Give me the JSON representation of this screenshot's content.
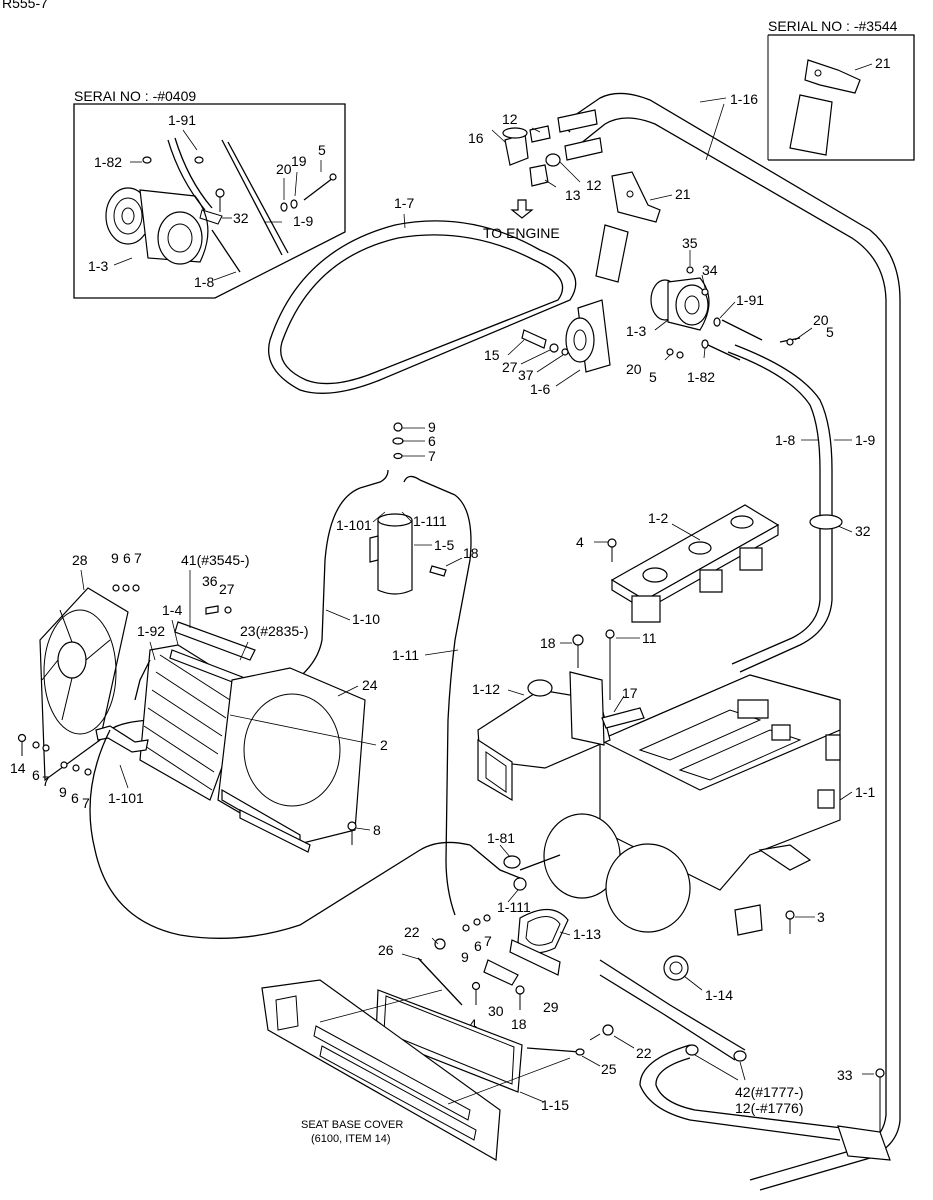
{
  "page_code": "R555-7",
  "headers": {
    "serial_top_right": "SERIAL NO : -#3544",
    "serial_inset": "SERAI NO : -#0409"
  },
  "notes": {
    "to_engine": "TO ENGINE",
    "seat_cover_line1": "SEAT BASE COVER",
    "seat_cover_line2": "(6100, ITEM 14)"
  },
  "labels": {
    "inset_1_91": "1-91",
    "inset_1_82": "1-82",
    "inset_20": "20",
    "inset_19": "19",
    "inset_5": "5",
    "inset_32": "32",
    "inset_1_9": "1-9",
    "inset_1_3": "1-3",
    "inset_1_8": "1-8",
    "r21_top": "21",
    "l_1_16": "1-16",
    "l_12a": "12",
    "l_16": "16",
    "l_12b": "12",
    "l_13": "13",
    "l_21": "21",
    "l_1_7": "1-7",
    "l_35": "35",
    "l_34": "34",
    "l_1_91": "1-91",
    "l_20a": "20",
    "l_5a": "5",
    "l_1_3": "1-3",
    "l_15": "15",
    "l_27a": "27",
    "l_37": "37",
    "l_1_6": "1-6",
    "l_20b": "20",
    "l_5b": "5",
    "l_1_82": "1-82",
    "l_9a": "9",
    "l_6a": "6",
    "l_7a": "7",
    "l_1_8": "1-8",
    "l_1_9": "1-9",
    "l_1_101a": "1-101",
    "l_1_111a": "1-111",
    "l_1_5": "1-5",
    "l_18a": "18",
    "l_32": "32",
    "l_1_2": "1-2",
    "l_4a": "4",
    "l_28": "28",
    "l_9b": "9",
    "l_6b": "6",
    "l_7b": "7",
    "l_41": "41(#3545-)",
    "l_36": "36",
    "l_27b": "27",
    "l_1_4": "1-4",
    "l_23": "23(#2835-)",
    "l_1_10": "1-10",
    "l_1_92": "1-92",
    "l_18b": "18",
    "l_11": "11",
    "l_1_11": "1-11",
    "l_1_12": "1-12",
    "l_17": "17",
    "l_24": "24",
    "l_2": "2",
    "l_14": "14",
    "l_6c": "6",
    "l_7c": "7",
    "l_9c": "9",
    "l_6d": "6",
    "l_7d": "7",
    "l_1_101b": "1-101",
    "l_1_1": "1-1",
    "l_8": "8",
    "l_1_81": "1-81",
    "l_1_111b": "1-111",
    "l_3": "3",
    "l_22a": "22",
    "l_26": "26",
    "l_9d": "9",
    "l_6e": "6",
    "l_7e": "7",
    "l_1_13": "1-13",
    "l_1_14": "1-14",
    "l_30": "30",
    "l_29": "29",
    "l_4b": "4",
    "l_18c": "18",
    "l_22b": "22",
    "l_25": "25",
    "l_1_15": "1-15",
    "l_33": "33",
    "l_42": "42(#1777-)",
    "l_12c": "12(-#1776)"
  }
}
